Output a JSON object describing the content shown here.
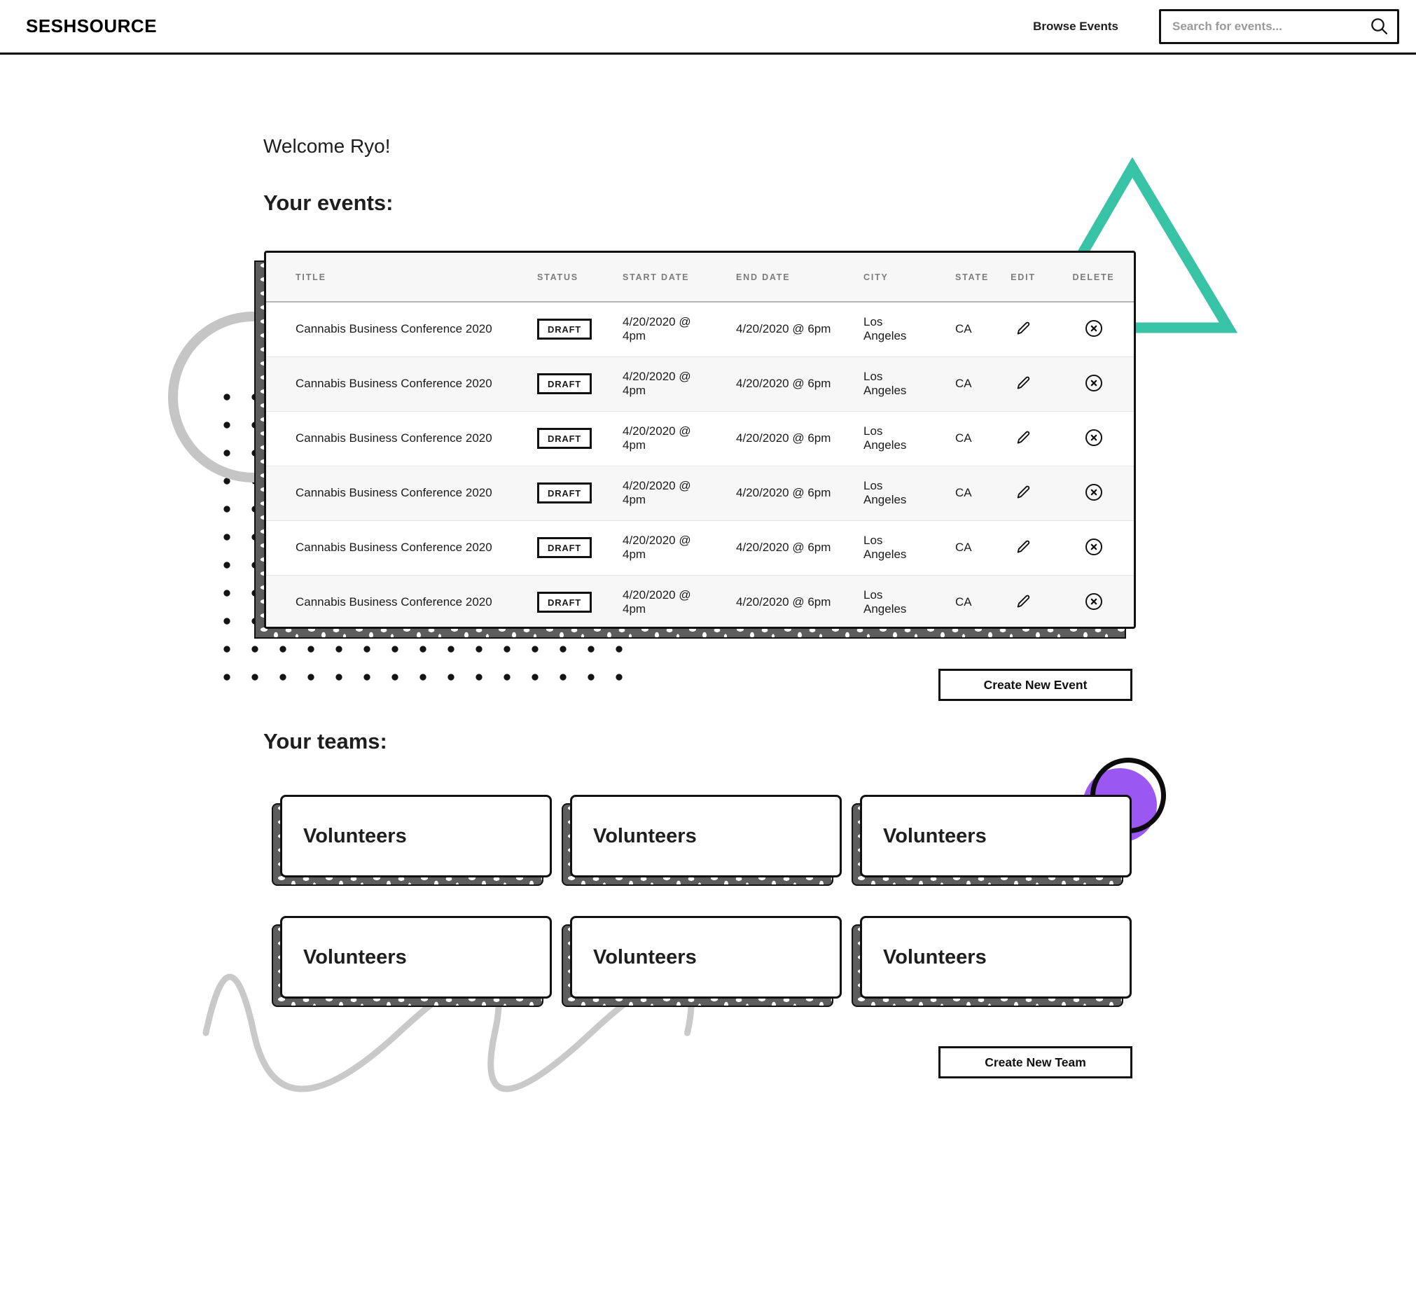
{
  "colors": {
    "teal": "#38C2A6",
    "purple": "#9B57F2",
    "shadow": "#5D5D5D",
    "deco_gray": "#C5C5C5",
    "text": "#1E1E1E",
    "muted": "#7C7C7C"
  },
  "header": {
    "logo": "SESHSOURCE",
    "nav_browse": "Browse Events",
    "search": {
      "placeholder": "Search for events...",
      "icon": "magnifier"
    }
  },
  "main": {
    "welcome": "Welcome Ryo!",
    "events": {
      "heading": "Your events:",
      "create_label": "Create New Event",
      "table": {
        "columns": [
          "TITLE",
          "STATUS",
          "START DATE",
          "END DATE",
          "CITY",
          "STATE",
          "EDIT",
          "DELETE"
        ],
        "rows": [
          {
            "title": "Cannabis Business Conference 2020",
            "status": "DRAFT",
            "start_date": "4/20/2020 @ 4pm",
            "end_date": "4/20/2020 @ 6pm",
            "city": "Los Angeles",
            "state": "CA"
          },
          {
            "title": "Cannabis Business Conference 2020",
            "status": "DRAFT",
            "start_date": "4/20/2020 @ 4pm",
            "end_date": "4/20/2020 @ 6pm",
            "city": "Los Angeles",
            "state": "CA"
          },
          {
            "title": "Cannabis Business Conference 2020",
            "status": "DRAFT",
            "start_date": "4/20/2020 @ 4pm",
            "end_date": "4/20/2020 @ 6pm",
            "city": "Los Angeles",
            "state": "CA"
          },
          {
            "title": "Cannabis Business Conference 2020",
            "status": "DRAFT",
            "start_date": "4/20/2020 @ 4pm",
            "end_date": "4/20/2020 @ 6pm",
            "city": "Los Angeles",
            "state": "CA"
          },
          {
            "title": "Cannabis Business Conference 2020",
            "status": "DRAFT",
            "start_date": "4/20/2020 @ 4pm",
            "end_date": "4/20/2020 @ 6pm",
            "city": "Los Angeles",
            "state": "CA"
          },
          {
            "title": "Cannabis Business Conference 2020",
            "status": "DRAFT",
            "start_date": "4/20/2020 @ 4pm",
            "end_date": "4/20/2020 @ 6pm",
            "city": "Los Angeles",
            "state": "CA"
          }
        ]
      }
    },
    "teams": {
      "heading": "Your teams:",
      "create_label": "Create New Team",
      "cards": [
        {
          "name": "Volunteers"
        },
        {
          "name": "Volunteers"
        },
        {
          "name": "Volunteers"
        },
        {
          "name": "Volunteers"
        },
        {
          "name": "Volunteers"
        },
        {
          "name": "Volunteers"
        }
      ]
    }
  }
}
